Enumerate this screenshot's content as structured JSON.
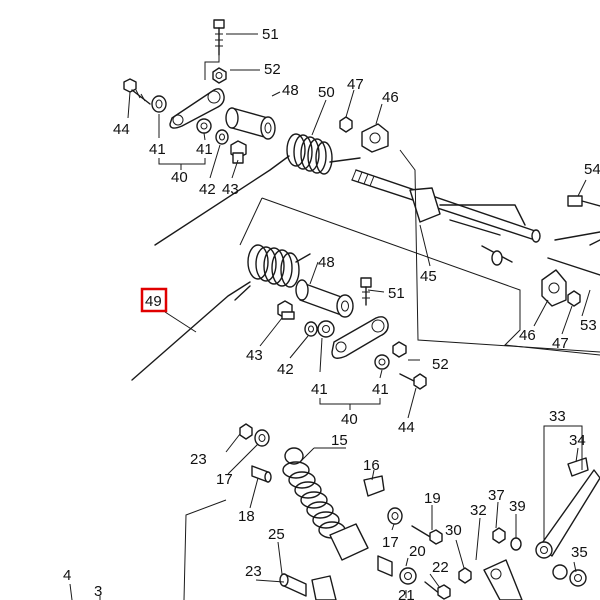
{
  "highlight": {
    "label": "49",
    "color": "#e00000"
  },
  "callouts": [
    {
      "id": "51a",
      "text": "51"
    },
    {
      "id": "52a",
      "text": "52"
    },
    {
      "id": "48a",
      "text": "48"
    },
    {
      "id": "50",
      "text": "50"
    },
    {
      "id": "47a",
      "text": "47"
    },
    {
      "id": "46a",
      "text": "46"
    },
    {
      "id": "44a",
      "text": "44"
    },
    {
      "id": "41a",
      "text": "41"
    },
    {
      "id": "41b",
      "text": "41"
    },
    {
      "id": "40a",
      "text": "40"
    },
    {
      "id": "42a",
      "text": "42"
    },
    {
      "id": "43a",
      "text": "43"
    },
    {
      "id": "54",
      "text": "54"
    },
    {
      "id": "45",
      "text": "45"
    },
    {
      "id": "48b",
      "text": "48"
    },
    {
      "id": "51b",
      "text": "51"
    },
    {
      "id": "46b",
      "text": "46"
    },
    {
      "id": "47b",
      "text": "47"
    },
    {
      "id": "53",
      "text": "53"
    },
    {
      "id": "43b",
      "text": "43"
    },
    {
      "id": "42b",
      "text": "42"
    },
    {
      "id": "52b",
      "text": "52"
    },
    {
      "id": "41c",
      "text": "41"
    },
    {
      "id": "41d",
      "text": "41"
    },
    {
      "id": "40b",
      "text": "40"
    },
    {
      "id": "44b",
      "text": "44"
    },
    {
      "id": "33",
      "text": "33"
    },
    {
      "id": "34",
      "text": "34"
    },
    {
      "id": "23a",
      "text": "23"
    },
    {
      "id": "15",
      "text": "15"
    },
    {
      "id": "16",
      "text": "16"
    },
    {
      "id": "17a",
      "text": "17"
    },
    {
      "id": "18",
      "text": "18"
    },
    {
      "id": "19",
      "text": "19"
    },
    {
      "id": "37",
      "text": "37"
    },
    {
      "id": "17b",
      "text": "17"
    },
    {
      "id": "32",
      "text": "32"
    },
    {
      "id": "39",
      "text": "39"
    },
    {
      "id": "30",
      "text": "30"
    },
    {
      "id": "25",
      "text": "25"
    },
    {
      "id": "20",
      "text": "20"
    },
    {
      "id": "35",
      "text": "35"
    },
    {
      "id": "23b",
      "text": "23"
    },
    {
      "id": "22",
      "text": "22"
    },
    {
      "id": "21",
      "text": "21"
    },
    {
      "id": "4",
      "text": "4"
    },
    {
      "id": "3",
      "text": "3"
    }
  ]
}
